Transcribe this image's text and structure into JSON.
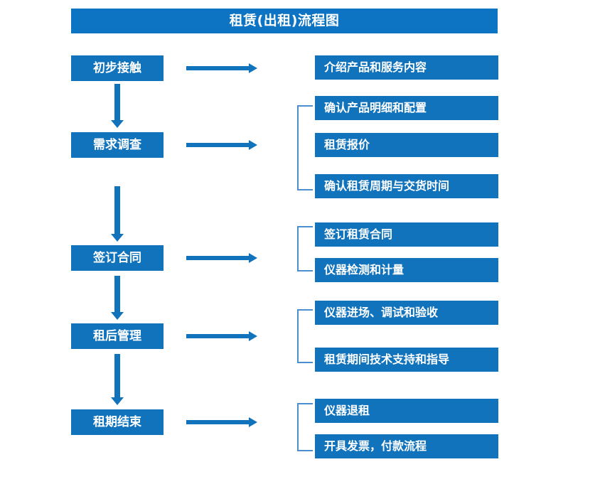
{
  "diagram": {
    "title": "租赁(出租)流程图",
    "colors": {
      "title_bar": "#0d74c4",
      "box_fill": "#1273bd",
      "arrow": "#1273bd",
      "bracket": "#4a8fd0",
      "text": "#ffffff",
      "background": "#ffffff"
    },
    "stages": [
      {
        "label": "初步接触"
      },
      {
        "label": "需求调查"
      },
      {
        "label": "签订合同"
      },
      {
        "label": "租后管理"
      },
      {
        "label": "租期结束"
      }
    ],
    "details": [
      {
        "label": "介绍产品和服务内容"
      },
      {
        "label": "确认产品明细和配置"
      },
      {
        "label": "租赁报价"
      },
      {
        "label": "确认租赁周期与交货时间"
      },
      {
        "label": "签订租赁合同"
      },
      {
        "label": "仪器检测和计量"
      },
      {
        "label": "仪器进场、调试和验收"
      },
      {
        "label": "租赁期间技术支持和指导"
      },
      {
        "label": "仪器退租"
      },
      {
        "label": "开具发票，付款流程"
      }
    ],
    "groups": [
      {
        "stage": "初步接触",
        "details": [
          "介绍产品和服务内容"
        ]
      },
      {
        "stage": "需求调查",
        "details": [
          "确认产品明细和配置",
          "租赁报价",
          "确认租赁周期与交货时间"
        ]
      },
      {
        "stage": "签订合同",
        "details": [
          "签订租赁合同",
          "仪器检测和计量"
        ]
      },
      {
        "stage": "租后管理",
        "details": [
          "仪器进场、调试和验收",
          "租赁期间技术支持和指导"
        ]
      },
      {
        "stage": "租期结束",
        "details": [
          "仪器退租",
          "开具发票，付款流程"
        ]
      }
    ]
  }
}
